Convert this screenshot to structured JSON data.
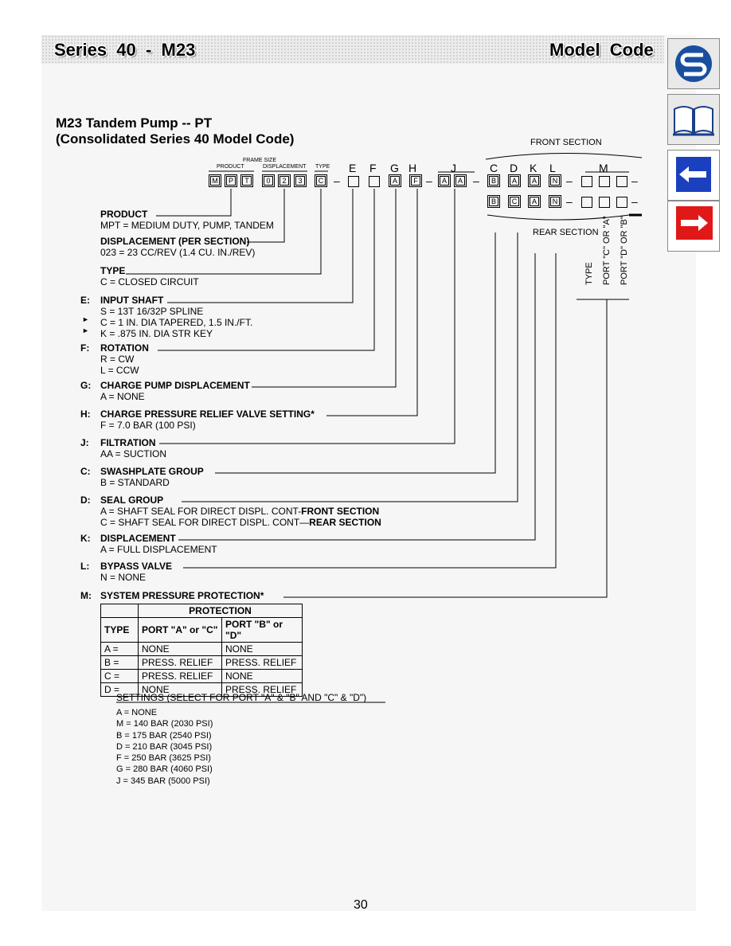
{
  "header": {
    "left_title": "Series  40  -  M23",
    "right_title": "Model  Code"
  },
  "nav_icons": [
    "sauer-logo-icon",
    "book-icon",
    "back-arrow-icon",
    "forward-arrow-icon"
  ],
  "title": {
    "line1": "M23 Tandem Pump  --  PT",
    "line2": "(Consolidated  Series  40  Model  Code)"
  },
  "code": {
    "product_label": "PRODUCT",
    "frame_label": "FRAME SIZE",
    "displacement_label": "DISPLACEMENT",
    "type_label": "TYPE",
    "front_section": "FRONT SECTION",
    "rear_section": "REAR SECTION",
    "letters": [
      "E",
      "F",
      "G",
      "H",
      "J",
      "C",
      "D",
      "K",
      "L",
      "M"
    ],
    "row1_boxes": [
      "M",
      "P",
      "T",
      "0",
      "2",
      "3",
      "C",
      "",
      "",
      "A",
      "F",
      "A",
      "A",
      "B",
      "A",
      "A",
      "N",
      "",
      "",
      ""
    ],
    "row2_boxes": [
      "B",
      "C",
      "A",
      "N",
      "",
      "",
      ""
    ],
    "vertical_labels": [
      "TYPE",
      "PORT \"C\" OR \"A\"",
      "PORT \"D\" OR \"B\""
    ]
  },
  "sections": {
    "product": {
      "title": "PRODUCT",
      "lines": [
        "MPT = MEDIUM DUTY, PUMP, TANDEM"
      ]
    },
    "displacement_per_section": {
      "title": "DISPLACEMENT (PER SECTION)",
      "lines": [
        "023 = 23 CC/REV (1.4 CU. IN./REV)"
      ]
    },
    "type": {
      "title": "TYPE",
      "lines": [
        "C   = CLOSED CIRCUIT"
      ]
    },
    "E": {
      "key": "E:",
      "title": "INPUT SHAFT",
      "lines": [
        "S   = 13T 16/32P SPLINE",
        "C   = 1 IN. DIA TAPERED, 1.5 IN./FT.",
        "K   = .875 IN. DIA STR KEY"
      ]
    },
    "F": {
      "key": "F:",
      "title": "ROTATION",
      "lines": [
        "R   = CW",
        "L   = CCW"
      ]
    },
    "G": {
      "key": "G:",
      "title": "CHARGE PUMP DISPLACEMENT",
      "lines": [
        "A   = NONE"
      ]
    },
    "H": {
      "key": "H:",
      "title": "CHARGE PRESSURE RELIEF VALVE SETTING*",
      "lines": [
        "F   =   7.0 BAR (100 PSI)"
      ]
    },
    "J": {
      "key": "J:",
      "title": "FILTRATION",
      "lines": [
        "AA = SUCTION"
      ]
    },
    "C": {
      "key": "C:",
      "title": "SWASHPLATE GROUP",
      "lines": [
        "B   = STANDARD"
      ]
    },
    "D": {
      "key": "D:",
      "title": "SEAL GROUP",
      "line1_prefix": "A   = SHAFT SEAL FOR DIRECT DISPL. CONT-",
      "line1_bold": "FRONT SECTION",
      "line2_prefix": "C   = SHAFT SEAL FOR DIRECT DISPL. CONT—",
      "line2_bold": "REAR SECTION"
    },
    "K": {
      "key": "K:",
      "title": "DISPLACEMENT",
      "lines": [
        "A   = FULL DISPLACEMENT"
      ]
    },
    "L": {
      "key": "L:",
      "title": "BYPASS VALVE",
      "lines": [
        "N   = NONE"
      ]
    },
    "M": {
      "key": "M:",
      "title": "SYSTEM PRESSURE PROTECTION*"
    }
  },
  "protection_table": {
    "caption": "PROTECTION",
    "headers": [
      "TYPE",
      "PORT \"A\" or \"C\"",
      "PORT \"B\" or \"D\""
    ],
    "rows": [
      [
        "A =",
        "NONE",
        "NONE"
      ],
      [
        "B =",
        "PRESS. RELIEF",
        "PRESS. RELIEF"
      ],
      [
        "C =",
        "PRESS. RELIEF",
        "NONE"
      ],
      [
        "D =",
        "NONE",
        "PRESS. RELIEF"
      ]
    ]
  },
  "settings": {
    "title": "SETTINGS (SELECT FOR PORT \"A\" & \"B\" AND \"C\" & \"D\")",
    "lines": [
      "A   = NONE",
      "M   = 140 BAR (2030 PSI)",
      "B   = 175 BAR (2540 PSI)",
      "D   = 210 BAR (3045 PSI)",
      "F   = 250 BAR (3625 PSI)",
      "G   = 280 BAR (4060 PSI)",
      "J   = 345 BAR (5000 PSI)"
    ]
  },
  "page_number": "30"
}
